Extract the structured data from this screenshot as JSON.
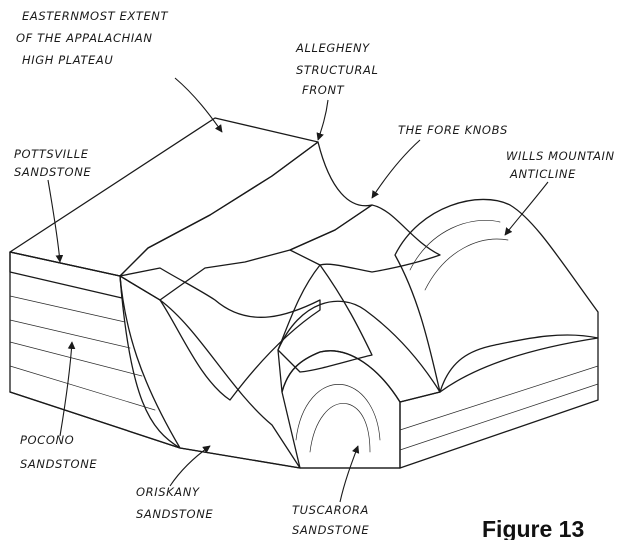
{
  "labels": {
    "plateau_extent": [
      "EASTERNMOST EXTENT",
      "OF THE APPALACHIAN",
      "HIGH PLATEAU"
    ],
    "allegheny_front": [
      "ALLEGHENY",
      "STRUCTURAL",
      "FRONT"
    ],
    "fore_knobs": [
      "THE FORE KNOBS"
    ],
    "pottsville": [
      "POTTSVILLE",
      "SANDSTONE"
    ],
    "wills_mountain": [
      "WILLS MOUNTAIN",
      "ANTICLINE"
    ],
    "pocono": [
      "POCONO",
      "SANDSTONE"
    ],
    "oriskany": [
      "ORISKANY",
      "SANDSTONE"
    ],
    "tuscarora": [
      "TUSCARORA",
      "SANDSTONE"
    ]
  },
  "figure_label": "Figure 13",
  "colors": {
    "ink": "#1a1a1a",
    "paper": "#ffffff"
  }
}
